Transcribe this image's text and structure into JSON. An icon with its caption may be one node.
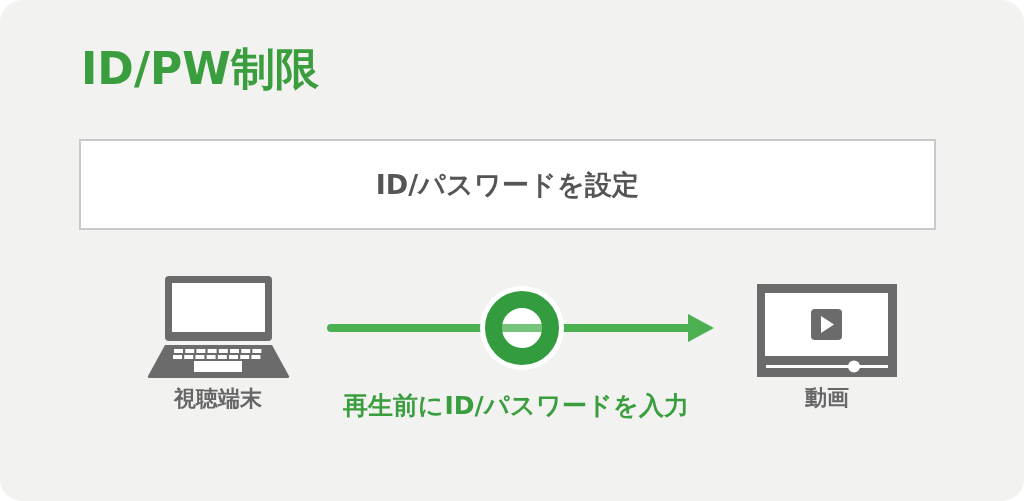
{
  "diagram": {
    "title": "ID/PW制限",
    "nodes": [
      {
        "text": [
          "ID/パスワードを設定"
        ]
      },
      {
        "text": [
          "視聴端末"
        ]
      },
      {
        "text": [],
        "shape": "circle",
        "beside": [
          "再生前にID/パスワードを入力"
        ]
      },
      {
        "text": [
          "動画"
        ]
      }
    ],
    "edges": [
      {
        "from": 1,
        "to": 2,
        "arrow": "none"
      },
      {
        "from": 2,
        "to": 3,
        "arrow": "to"
      }
    ]
  }
}
